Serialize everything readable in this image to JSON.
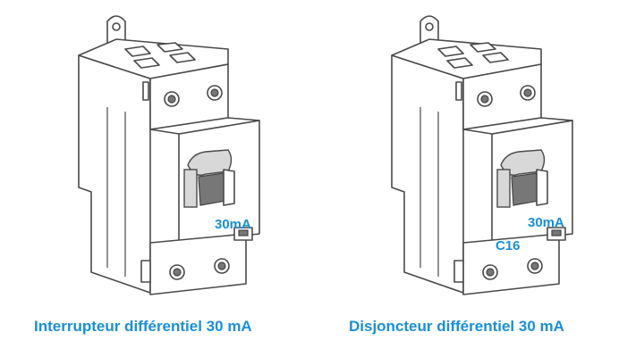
{
  "devices": [
    {
      "caption": "Interrupteur différentiel 30 mA",
      "labels": {
        "sensitivity": "30mA"
      }
    },
    {
      "caption": "Disjoncteur différentiel 30 mA",
      "labels": {
        "sensitivity": "30mA",
        "rating": "C16"
      }
    }
  ],
  "colors": {
    "accent": "#1a8fd6",
    "outline": "#4a4a4a"
  }
}
